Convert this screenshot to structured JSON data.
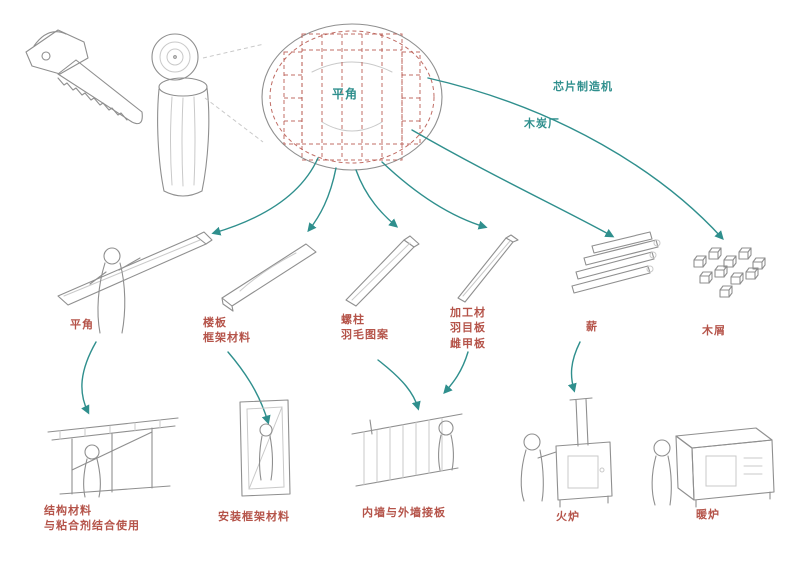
{
  "colors": {
    "teal": "#2f8f8d",
    "red": "#b5544a",
    "sketch": "#8f8f8f"
  },
  "hub": {
    "label": "平角"
  },
  "process_labels": {
    "chip_machine": "芯片制造机",
    "charcoal_plant": "木炭厂"
  },
  "products": [
    {
      "id": "beam",
      "label": "平角"
    },
    {
      "id": "floor-board",
      "label": "楼板\n框架材料"
    },
    {
      "id": "stud",
      "label": "螺柱\n羽毛图案"
    },
    {
      "id": "processed-lumber",
      "label": "加工材\n羽目板\n雌甲板"
    },
    {
      "id": "firewood",
      "label": "薪"
    },
    {
      "id": "wood-chips",
      "label": "木屑"
    }
  ],
  "applications": [
    {
      "id": "structural",
      "label": "结构材料\n与粘合剂结合使用"
    },
    {
      "id": "frame-install",
      "label": "安装框架材料"
    },
    {
      "id": "walls",
      "label": "内墙与外墙接板"
    },
    {
      "id": "stove",
      "label": "火炉"
    },
    {
      "id": "heater",
      "label": "暖炉"
    }
  ]
}
